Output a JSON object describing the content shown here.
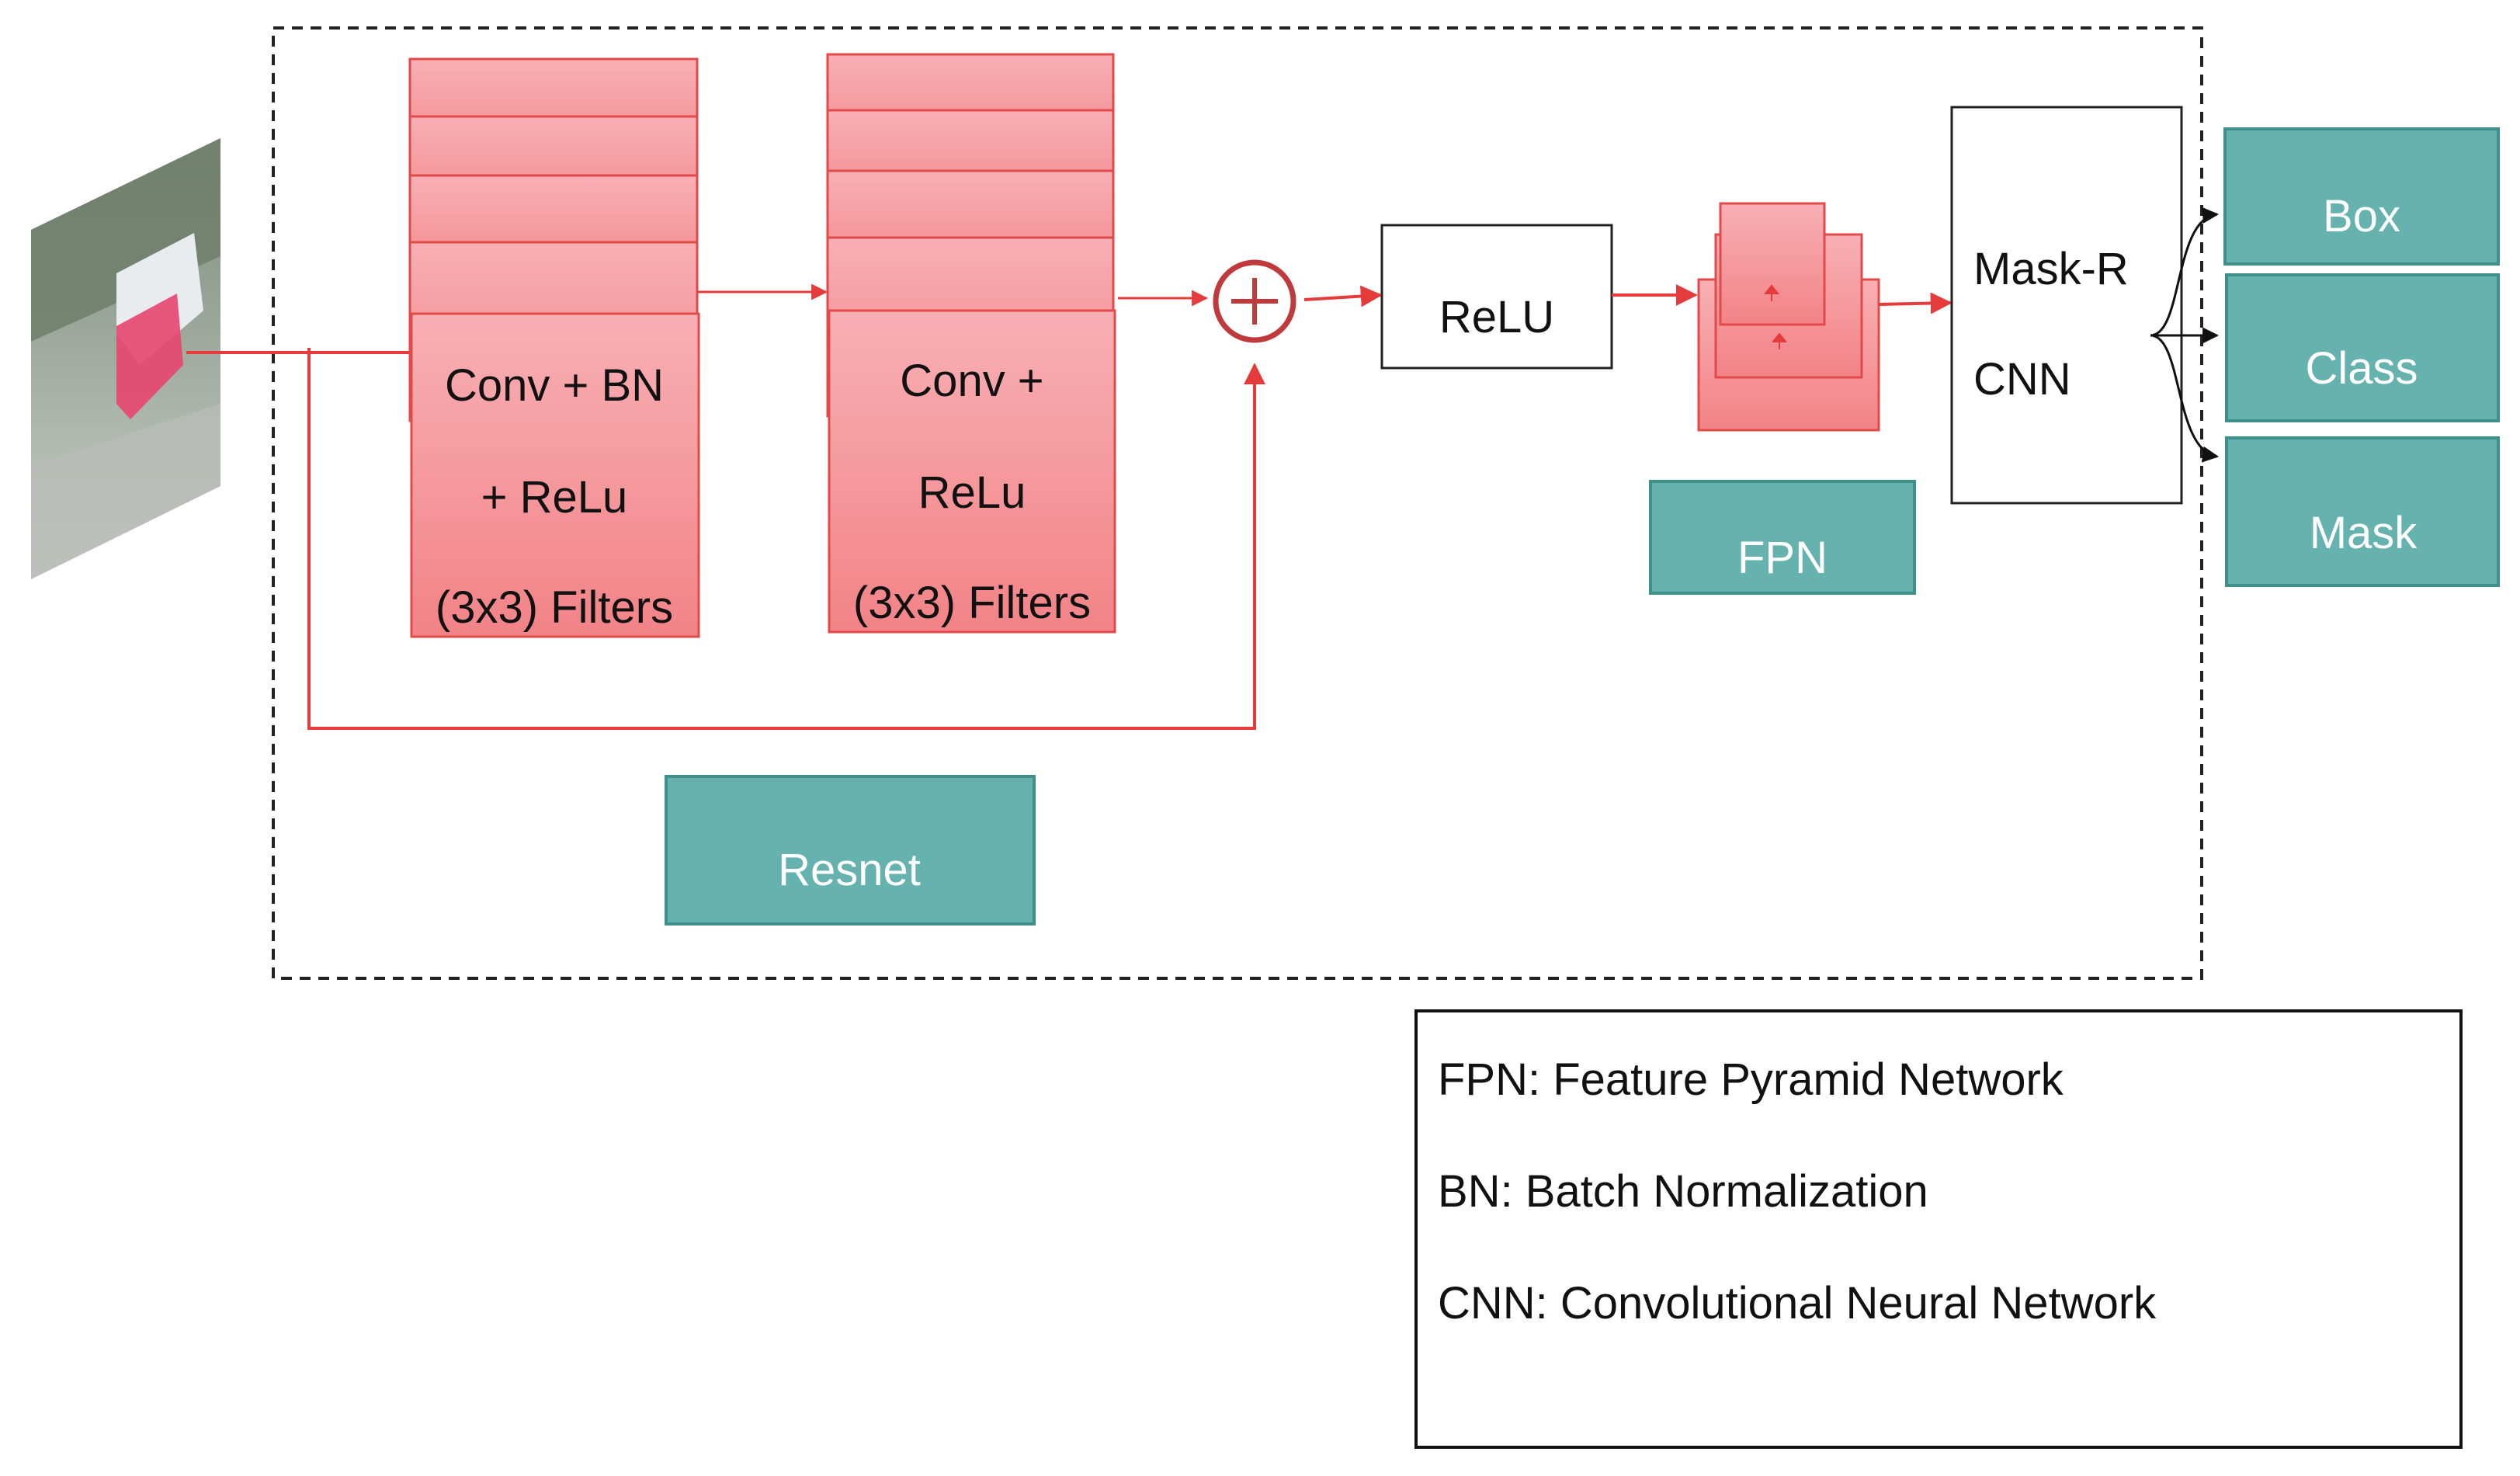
{
  "resnet_block": {
    "conv1": {
      "line1": "Conv + BN",
      "line2": "+ ReLu",
      "line3": "(3x3) Filters"
    },
    "conv2": {
      "line1": "Conv +",
      "line2": "ReLu",
      "line3": "(3x3) Filters"
    },
    "label": "Resnet"
  },
  "relu": {
    "label": "ReLU"
  },
  "fpn": {
    "label": "FPN"
  },
  "mask_rcnn": {
    "line1": "Mask-R",
    "line2": "CNN"
  },
  "outputs": {
    "box": "Box",
    "class": "Class",
    "mask": "Mask"
  },
  "legend": {
    "items": [
      "FPN: Feature Pyramid Network",
      "BN: Batch Normalization",
      "CNN: Convolutional Neural Network"
    ]
  },
  "colors": {
    "conv_fill_top": "#f7a7ab",
    "conv_fill_bottom": "#f28387",
    "conv_stroke": "#e14a4a",
    "line_red": "#e63b3b",
    "teal": "#66b2ae",
    "teal_stroke": "#3f8f8b",
    "plus_stroke": "#c0393b"
  }
}
